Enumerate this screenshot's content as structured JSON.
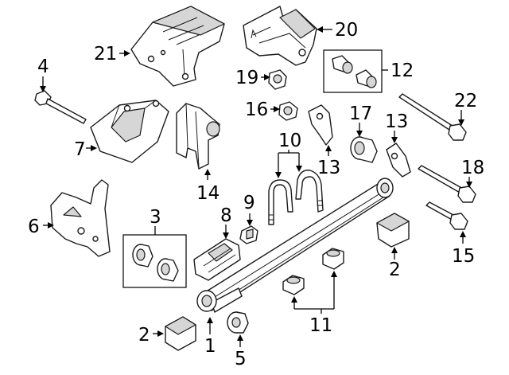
{
  "callouts": {
    "c1": "1",
    "c2a": "2",
    "c2b": "2",
    "c3": "3",
    "c4": "4",
    "c5": "5",
    "c6": "6",
    "c7": "7",
    "c8": "8",
    "c9": "9",
    "c10": "10",
    "c11": "11",
    "c12": "12",
    "c13a": "13",
    "c13b": "13",
    "c14": "14",
    "c15": "15",
    "c16": "16",
    "c17": "17",
    "c18": "18",
    "c19": "19",
    "c20": "20",
    "c21": "21",
    "c22": "22"
  },
  "colors": {
    "line": "#1a1a1a",
    "fill": "#ffffff",
    "shade": "#d6d6d6"
  }
}
